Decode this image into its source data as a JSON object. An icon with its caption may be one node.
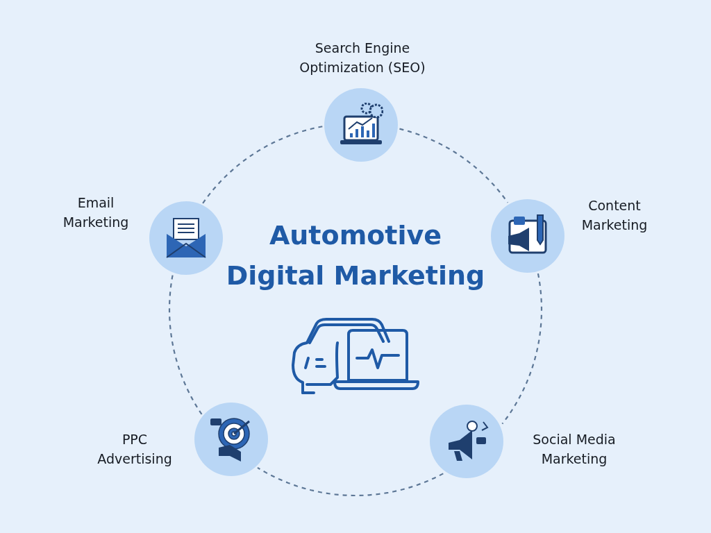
{
  "diagram": {
    "title": "Automotive Digital Marketing",
    "nodes": [
      {
        "text": [
          "Search Engine Optimization (SEO)"
        ]
      },
      {
        "text": [
          "Content Marketing"
        ]
      },
      {
        "text": [
          "Social Media Marketing"
        ]
      },
      {
        "text": [
          "PPC Advertising"
        ]
      },
      {
        "text": [
          "Email Marketing"
        ]
      }
    ],
    "edges": [
      {
        "from": 0,
        "to": 1,
        "arrow": "none",
        "style": "dashed"
      },
      {
        "from": 1,
        "to": 2,
        "arrow": "none",
        "style": "dashed"
      },
      {
        "from": 2,
        "to": 3,
        "arrow": "none",
        "style": "dashed"
      },
      {
        "from": 3,
        "to": 4,
        "arrow": "none",
        "style": "dashed"
      },
      {
        "from": 4,
        "to": 0,
        "arrow": "none",
        "style": "dashed"
      }
    ]
  }
}
